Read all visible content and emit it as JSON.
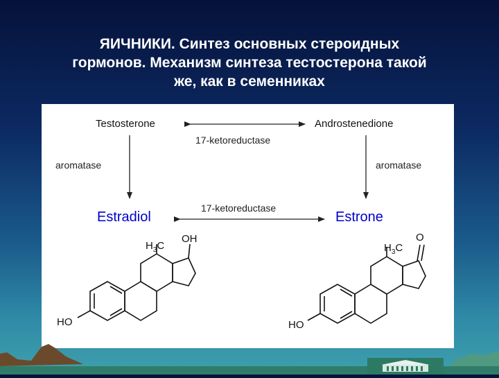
{
  "slide": {
    "title_lines": [
      "ЯИЧНИКИ. Синтез основных стероидных",
      "гормонов. Механизм синтеза тестостерона такой",
      "же, как в семенниках"
    ]
  },
  "diagram": {
    "testosterone": "Testosterone",
    "androstenedione": "Androstenedione",
    "enzyme_top": "17-ketoreductase",
    "aromatase_left": "aromatase",
    "aromatase_right": "aromatase",
    "estradiol": "Estradiol",
    "enzyme_bottom": "17-ketoreductase",
    "estrone": "Estrone",
    "estradiol_struct": {
      "oh": "OH",
      "h3c_h": "H",
      "h3c_sub": "3",
      "h3c_c": "C",
      "ho": "HO"
    },
    "estrone_struct": {
      "o": "O",
      "h3c_h": "H",
      "h3c_sub": "3",
      "h3c_c": "C",
      "ho": "HO"
    }
  }
}
